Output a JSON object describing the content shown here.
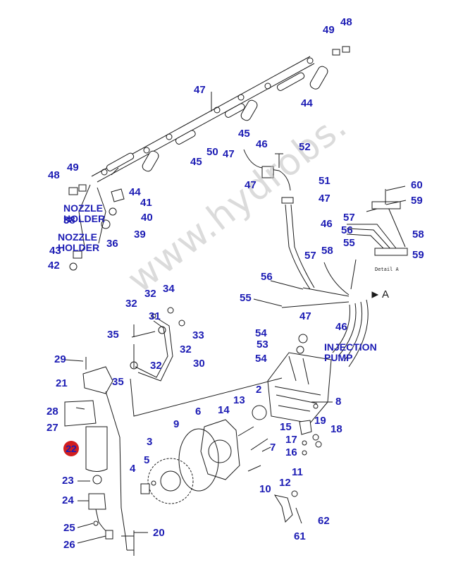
{
  "watermark": "www.hydrobs.",
  "callouts": {
    "c48a": "48",
    "c49a": "49",
    "c47a": "47",
    "c44a": "44",
    "c45a": "45",
    "c50": "50",
    "c47b": "47",
    "c46a": "46",
    "c52": "52",
    "c48b": "48",
    "c49b": "49",
    "c44b": "44",
    "c45b": "45",
    "c41": "41",
    "c40": "40",
    "c39": "39",
    "c38": "38",
    "c36": "36",
    "c43": "43",
    "c42": "42",
    "c47c": "47",
    "c51": "51",
    "c47d": "47",
    "c46b": "46",
    "c60": "60",
    "c59a": "59",
    "c57a": "57",
    "c56a": "56",
    "c55a": "55",
    "c58a": "58",
    "c59b": "59",
    "c57b": "57",
    "c58b": "58",
    "c56b": "56",
    "c55b": "55",
    "c47e": "47",
    "c46c": "46",
    "c54a": "54",
    "c53": "53",
    "c54b": "54",
    "c32a": "32",
    "c34": "34",
    "c32b": "32",
    "c31": "31",
    "c33": "33",
    "c35a": "35",
    "c32c": "32",
    "c32d": "32",
    "c30": "30",
    "c29": "29",
    "c21": "21",
    "c35b": "35",
    "c28": "28",
    "c27": "27",
    "c22": "22",
    "c23": "23",
    "c24": "24",
    "c25": "25",
    "c26": "26",
    "c20": "20",
    "c2": "2",
    "c8": "8",
    "c6": "6",
    "c14": "14",
    "c13": "13",
    "c9": "9",
    "c3": "3",
    "c5": "5",
    "c4": "4",
    "c15": "15",
    "c19": "19",
    "c18": "18",
    "c17": "17",
    "c16": "16",
    "c7": "7",
    "c11": "11",
    "c12": "12",
    "c10": "10",
    "c62": "62",
    "c61": "61"
  },
  "notes": {
    "nozzle_holder_1": "NOZZLE HOLDER",
    "nozzle_holder_2": "NOZZLE HOLDER",
    "injection_pump": "INJECTION PUMP",
    "detail_a": "Detail A",
    "arrow_a": "A"
  }
}
